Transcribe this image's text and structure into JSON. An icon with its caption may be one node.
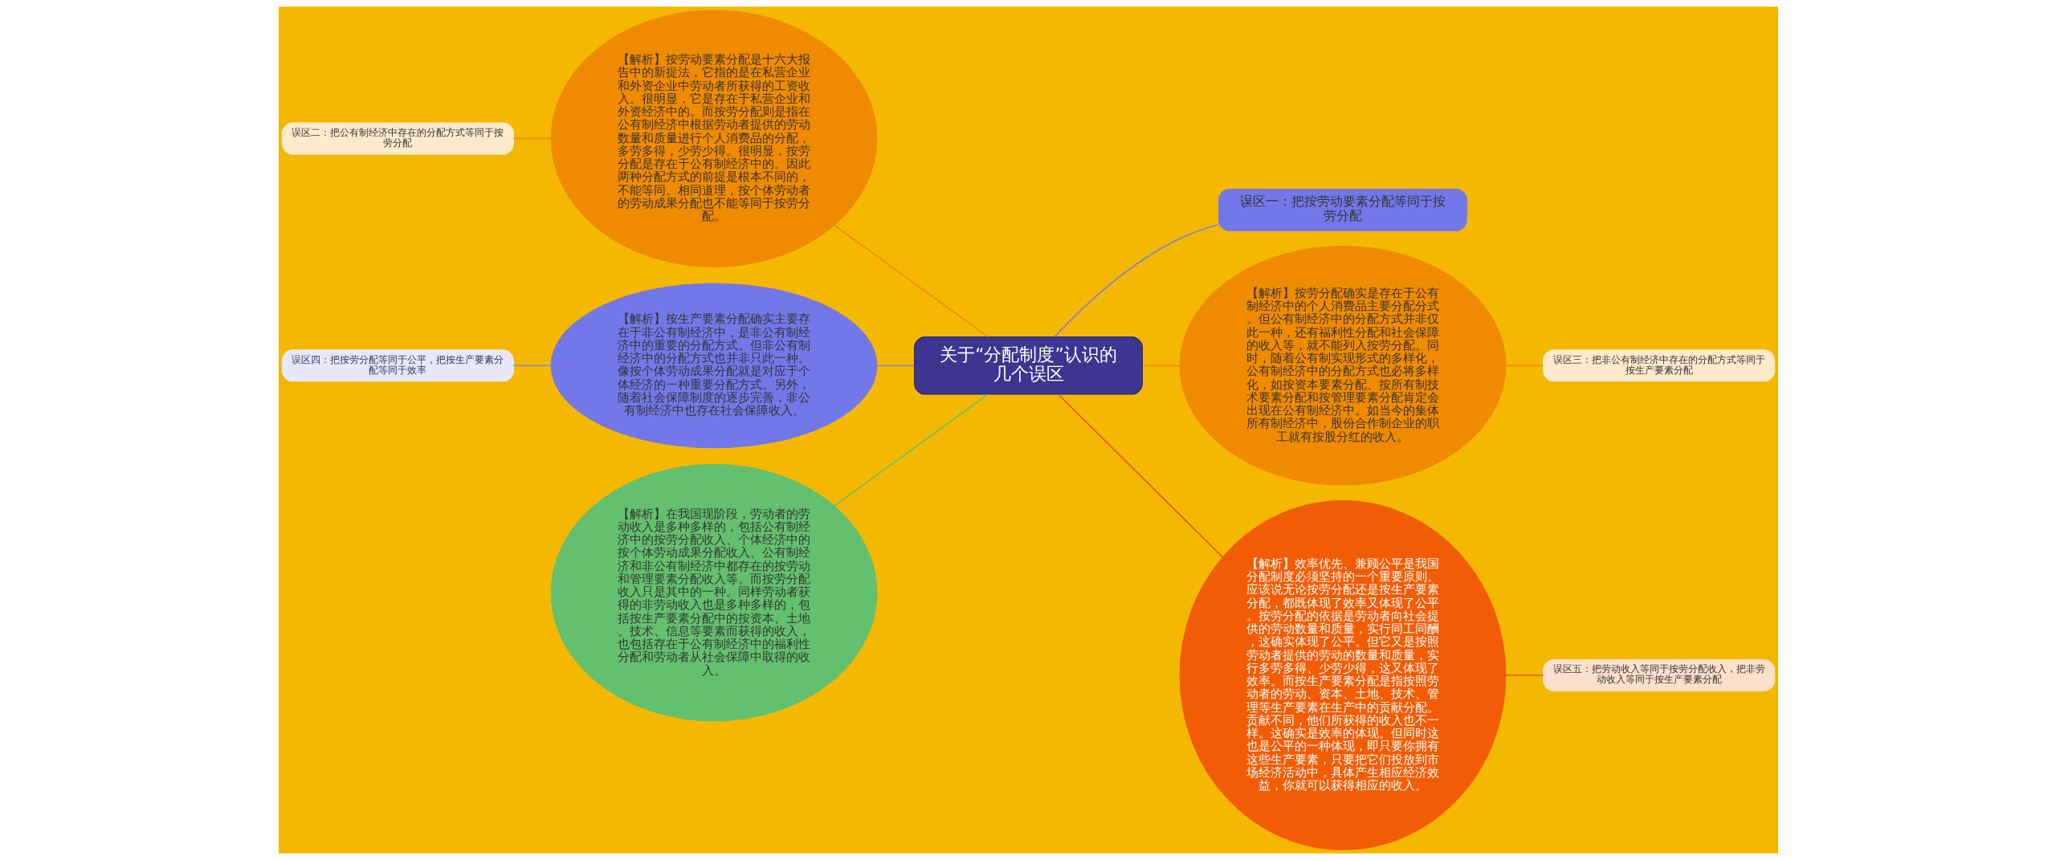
{
  "diagram": {
    "nodes": [
      {
        "text": [
          "关于“分配制度”认识的几个误区"
        ]
      },
      {
        "text": [
          "误区一：把按劳动要素分配等同于按劳分配"
        ]
      },
      {
        "text": [
          "【解析】按劳动要素分配是十六大报告中的新提法，它指的是在私营企业和外资企业中劳动者所获得的工资收入。很明显，它是存在于私营企业和外资经济中的。而按劳分配则是指在公有制经济中根据劳动者提供的劳动数量和质量进行个人消费品的分配，多劳多得，少劳少得。很明显，按劳分配是存在于公有制经济中的。因此两种分配方式的前提是根本不同的，不能等同。相同道理，按个体劳动者的劳动成果分配也不能等同于按劳分配。"
        ]
      },
      {
        "text": [
          "误区二：把公有制经济中存在的分配方式等同于按劳分配"
        ]
      },
      {
        "text": [
          "【解析】按劳分配确实是存在于公有制经济中的个人消费品主要分配分式。但公有制经济中的分配方式并非仅此一种，还有福利性分配和社会保障的收入等，就不能列入按劳分配。同时，随着公有制实现形式的多样化，公有制经济中的分配方式也必将多样化，如按资本要素分配、按所有制技术要素分配和按管理要素分配肯定会出现在公有制经济中。如当今的集体所有制经济中，股份合作制企业的职工就有按股分红的收入。"
        ]
      },
      {
        "text": [
          "误区三：把非公有制经济中存在的分配方式等同于按生产要素分配"
        ]
      },
      {
        "text": [
          "【解析】按生产要素分配确实主要存在于非公有制经济中，是非公有制经济中的重要的分配方式。但非公有制经济中的分配方式也并非只此一种。像按个体劳动成果分配就是对应于个体经济的一种重要分配方式。另外，随着社会保障制度的逐步完善，非公有制经济中也存在社会保障收入。"
        ]
      },
      {
        "text": [
          "误区四：把按劳分配等同于公平，把按生产要素分配等同于效率"
        ]
      },
      {
        "text": [
          "【解析】效率优先、兼顾公平是我国分配制度必须坚持的一个重要原则。应该说无论按劳分配还是按生产要素分配，都既体现了效率又体现了公平。按劳分配的依据是劳动者向社会提供的劳动数量和质量，实行同工同酬，这确实体现了公平。但它又是按照劳动者提供的劳动的数量和质量，实行多劳多得、少劳少得，这又体现了效率。而按生产要素分配是指按照劳动者的劳动、资本、土地、技术、管理等生产要素在生产中的贡献分配。贡献不同，他们所获得的收入也不一样。这确实是效率的体现。但同时这也是公平的一种体现，即只要你拥有这些生产要素，只要把它们投放到市场经济活动中，具体产生相应经济效益，你就可以获得相应的收入。"
        ]
      },
      {
        "text": [
          "误区五：把劳动收入等同于按劳分配收入，把非劳动收入等同于按生产要素分配"
        ]
      },
      {
        "text": [
          "【解析】在我国现阶段，劳动者的劳动收入是多种多样的，包括公有制经济中的按劳分配收入、个体经济中的按个体劳动成果分配收入、公有制经济和非公有制经济中都存在的按劳动和管理要素分配收入等。而按劳分配收入只是其中的一种。同样劳动者获得的非劳动收入也是多种多样的，包括按生产要素分配中的按资本、土地、技术、信息等要素而获得的收入，也包括存在于公有制经济中的福利性分配和劳动者从社会保障中取得的收入。"
        ]
      }
    ],
    "edges": [
      {
        "from": 0,
        "to": 1,
        "arrow": "none",
        "color": "#7a7fe6"
      },
      {
        "from": 0,
        "to": 2,
        "arrow": "none",
        "color": "#f08a00"
      },
      {
        "from": 2,
        "to": 3,
        "arrow": "none",
        "color": "#f08a00"
      },
      {
        "from": 0,
        "to": 4,
        "arrow": "none",
        "color": "#f08a00"
      },
      {
        "from": 4,
        "to": 5,
        "arrow": "none",
        "color": "#f08a00"
      },
      {
        "from": 0,
        "to": 6,
        "arrow": "none",
        "color": "#8a8cc8"
      },
      {
        "from": 6,
        "to": 7,
        "arrow": "none",
        "color": "#8a8cc8"
      },
      {
        "from": 0,
        "to": 8,
        "arrow": "none",
        "color": "#e8580a"
      },
      {
        "from": 8,
        "to": 9,
        "arrow": "none",
        "color": "#e8580a"
      },
      {
        "from": 0,
        "to": 10,
        "arrow": "none",
        "color": "#63c06e"
      }
    ]
  }
}
